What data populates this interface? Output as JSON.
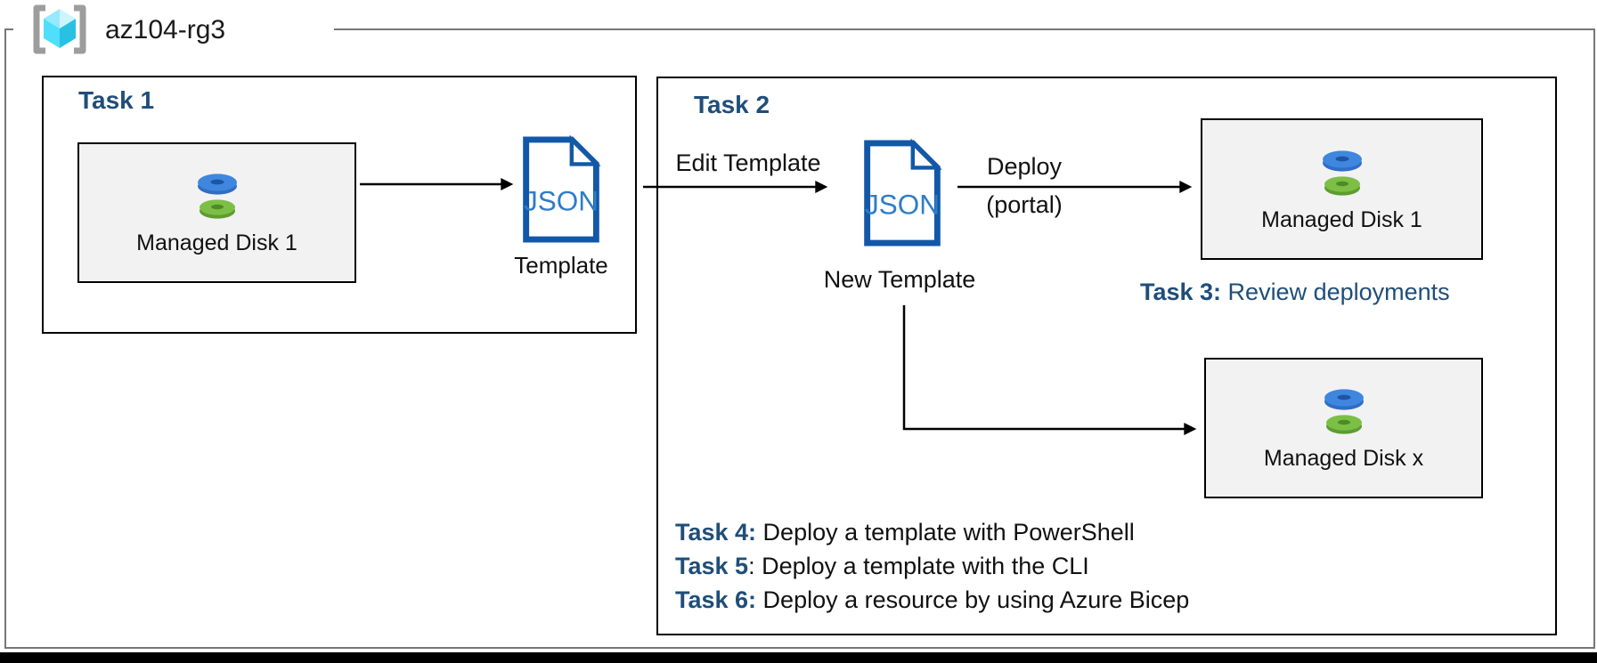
{
  "resource_group": {
    "name": "az104-rg3"
  },
  "task1": {
    "title": "Task 1",
    "managed_disk_label": "Managed Disk 1",
    "json_icon_text": "JSON",
    "template_label": "Template"
  },
  "task2": {
    "title": "Task 2",
    "edit_template_label": "Edit Template",
    "json_icon_text": "JSON",
    "new_template_label": "New Template",
    "deploy_label": "Deploy",
    "deploy_sublabel": "(portal)",
    "managed_disk_1_label": "Managed Disk 1",
    "managed_disk_x_label": "Managed Disk x"
  },
  "task3": {
    "prefix": "Task 3:",
    "text": " Review deployments"
  },
  "task_list": [
    {
      "prefix": "Task 4:",
      "text": " Deploy a template with PowerShell"
    },
    {
      "prefix": "Task 5",
      "text": ": Deploy a template with the CLI"
    },
    {
      "prefix": "Task 6:",
      "text": " Deploy a resource by using Azure Bicep"
    }
  ],
  "colors": {
    "heading_blue": "#1F4E79",
    "json_border_blue": "#1358A8",
    "json_text_blue": "#2E7DC7",
    "disk_blue": "#3F87DE",
    "disk_green": "#7CBF45",
    "box_fill_gray": "#F2F2F2",
    "outer_border_gray": "#767676"
  }
}
